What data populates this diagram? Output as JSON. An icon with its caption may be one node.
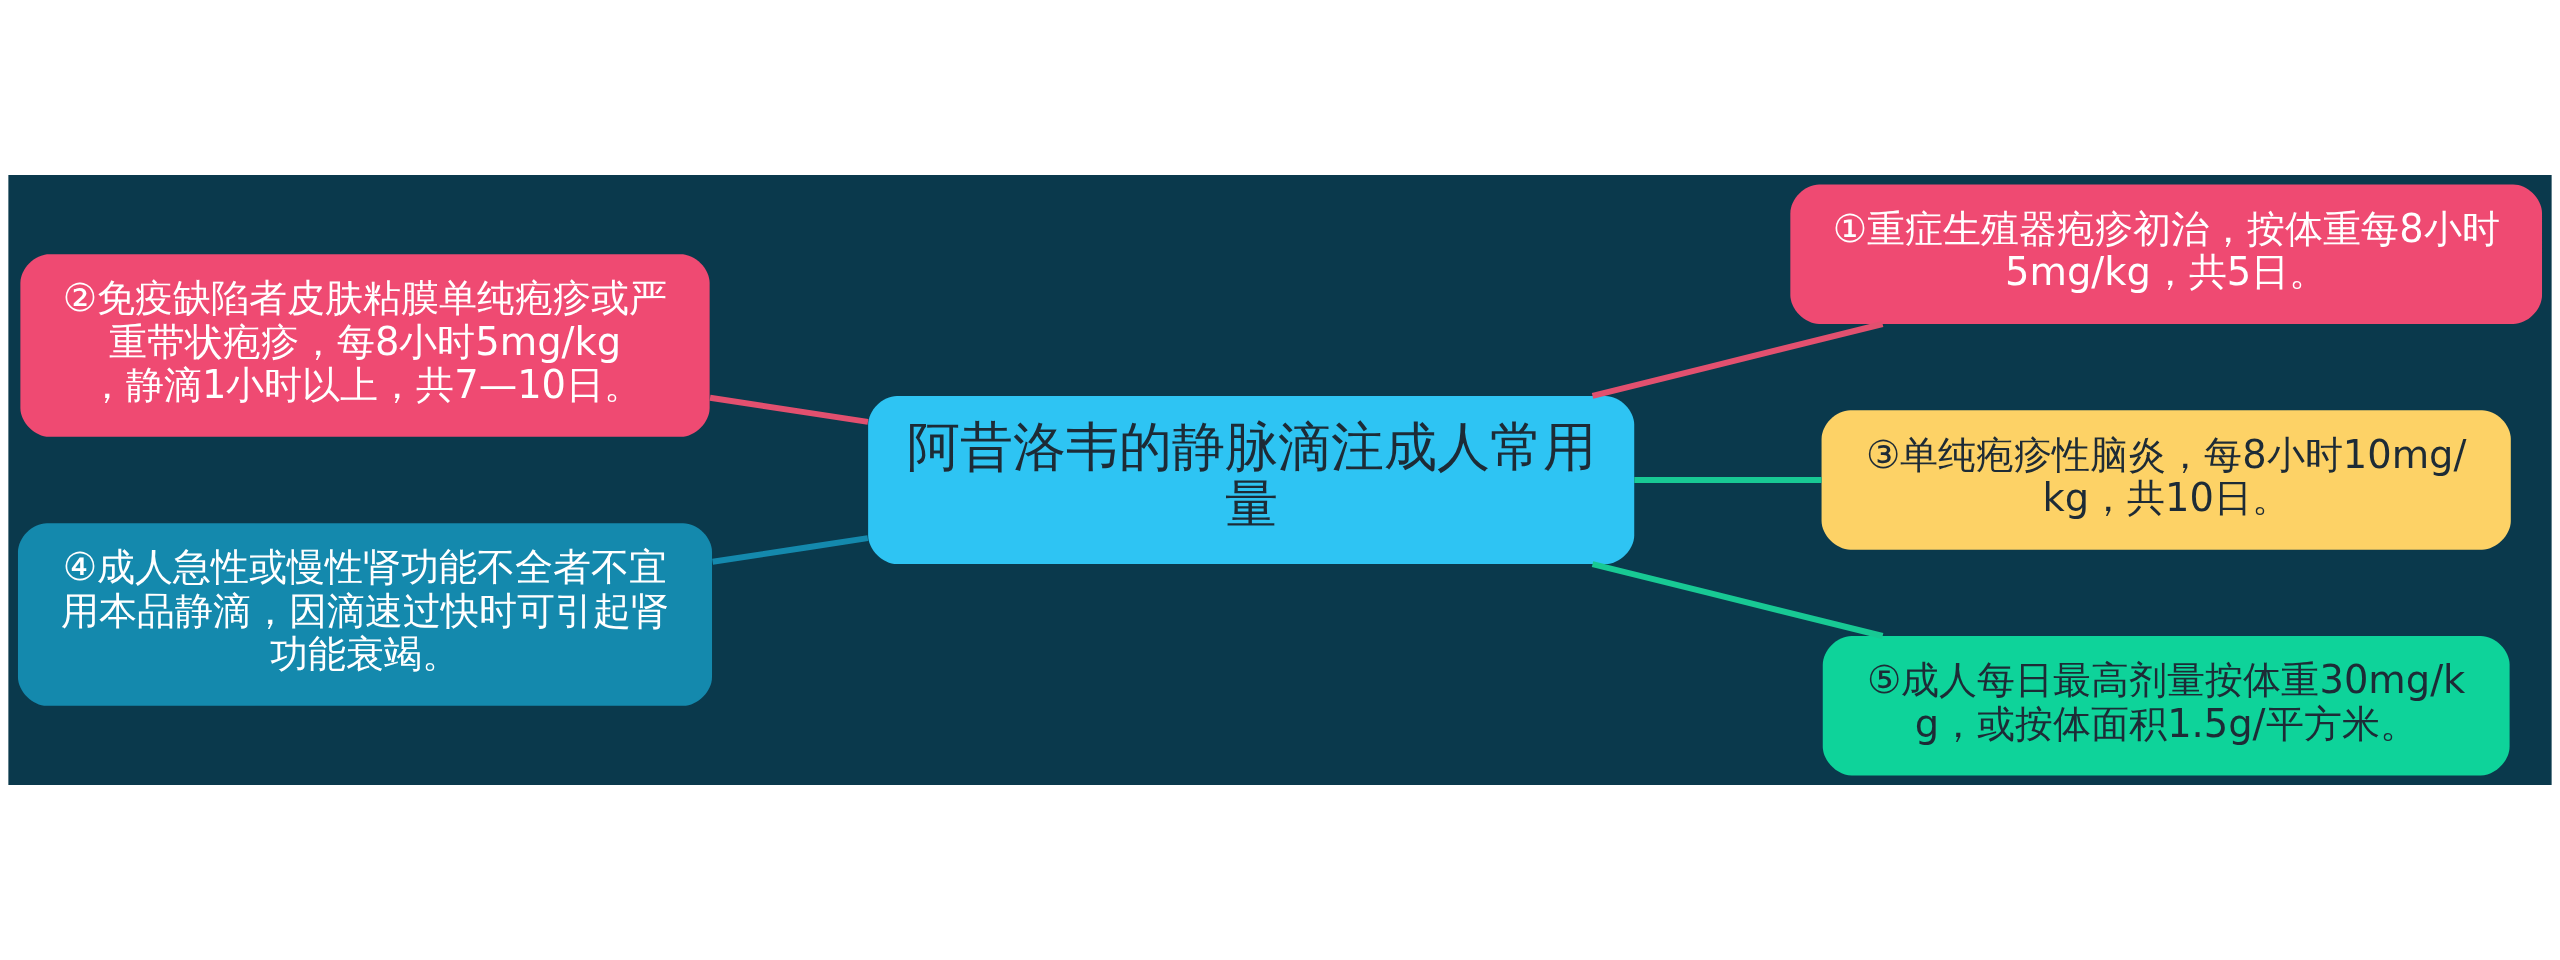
{
  "diagram": {
    "nodes": [
      {
        "text": [
          "阿昔洛韦的静脉滴注成人常用量"
        ]
      },
      {
        "text": [
          "①重症生殖器疱疹初治，按体重每8小时5mg/kg，共5日。"
        ]
      },
      {
        "text": [
          "②免疫缺陷者皮肤粘膜单纯疱疹或严重带状疱疹，每8小时5mg/kg，静滴1小时以上，共7—10日。"
        ]
      },
      {
        "text": [
          "③单纯疱疹性脑炎，每8小时10mg/kg，共10日。"
        ]
      },
      {
        "text": [
          "④成人急性或慢性肾功能不全者不宜用本品静滴，因滴速过快时可引起肾功能衰竭。"
        ]
      },
      {
        "text": [
          "⑤成人每日最高剂量按体重30mg/kg，或按体面积1.5g/平方米。"
        ]
      }
    ],
    "edges": [
      {
        "from": 0,
        "to": 1,
        "arrow": "none",
        "color": "#e2506f"
      },
      {
        "from": 0,
        "to": 2,
        "arrow": "none",
        "color": "#e2506f"
      },
      {
        "from": 0,
        "to": 3,
        "arrow": "none",
        "color": "#18c994"
      },
      {
        "from": 0,
        "to": 4,
        "arrow": "none",
        "color": "#1489ad"
      },
      {
        "from": 0,
        "to": 5,
        "arrow": "none",
        "color": "#18c994"
      }
    ]
  }
}
